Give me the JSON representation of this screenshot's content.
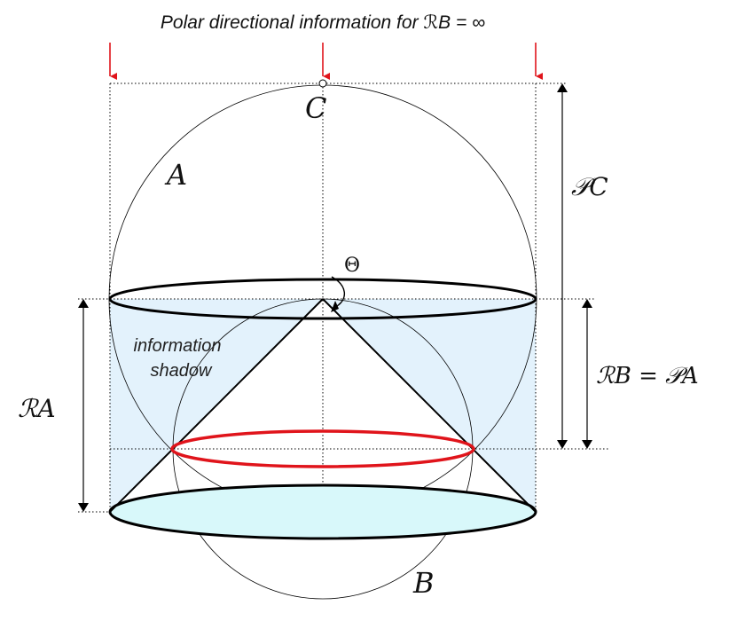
{
  "title": "Polar directional information for ℛB = ∞",
  "labels": {
    "point_c": "C",
    "region_a": "A",
    "region_b": "B",
    "angle": "Θ",
    "shadow_line1": "information",
    "shadow_line2": "shadow",
    "dim_pc": "𝒫C",
    "dim_ra": "ℛA",
    "dim_rb_pa": "ℛB = 𝒫A"
  },
  "colors": {
    "shadow_fill": "#e3f2fc",
    "base_fill": "#d8f8fa",
    "red_ellipse": "#e0141b",
    "arrows": "#e0141b",
    "lines": "#000000"
  }
}
